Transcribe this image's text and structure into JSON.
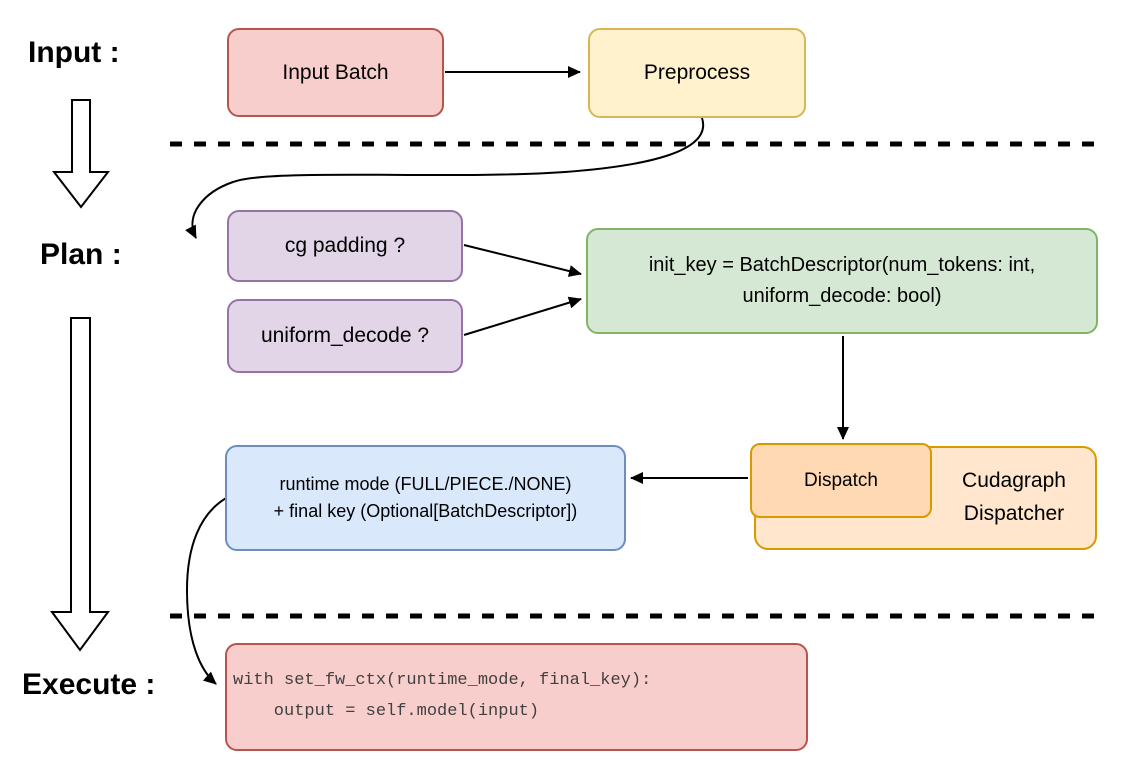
{
  "sections": {
    "input": {
      "label": "Input :"
    },
    "plan": {
      "label": "Plan :"
    },
    "execute": {
      "label": "Execute :"
    }
  },
  "nodes": {
    "input_batch": {
      "label": "Input Batch"
    },
    "preprocess": {
      "label": "Preprocess"
    },
    "cg_padding": {
      "label": "cg padding ?"
    },
    "uniform_decode": {
      "label": "uniform_decode ?"
    },
    "init_key": {
      "label": "init_key = BatchDescriptor(num_tokens: int,\nuniform_decode: bool)"
    },
    "dispatch": {
      "label": "Dispatch"
    },
    "cudagraph_dispatcher": {
      "label": "Cudagraph\nDispatcher"
    },
    "runtime_mode": {
      "label": "runtime mode (FULL/PIECE./NONE)\n+ final key (Optional[BatchDescriptor])"
    },
    "execute_code": {
      "code": "with set_fw_ctx(runtime_mode, final_key):\n    output = self.model(input)"
    }
  },
  "colors": {
    "red_fill": "#f8cecc",
    "red_stroke": "#b85450",
    "yellow_fill": "#fff2cc",
    "yellow_stroke": "#d6b656",
    "purple_fill": "#e1d5e7",
    "purple_stroke": "#9673a6",
    "green_fill": "#d5e8d4",
    "green_stroke": "#82b366",
    "blue_fill": "#dae8fc",
    "blue_stroke": "#6c8ebf",
    "orange_fill": "#ffe6cc",
    "orange_inner_fill": "#ffd9b3",
    "orange_stroke": "#d79b00",
    "line_color": "#000000",
    "code_text": "#404040"
  }
}
